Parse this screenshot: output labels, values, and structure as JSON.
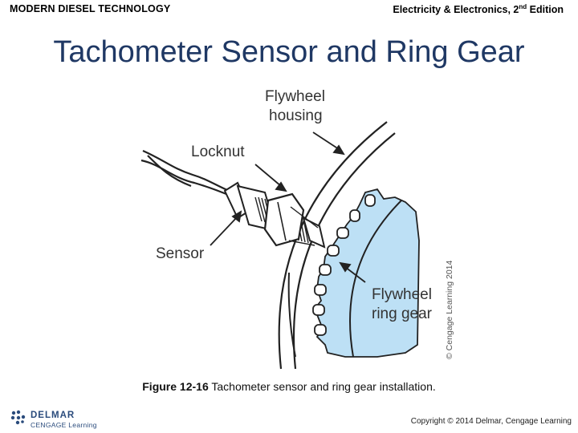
{
  "header": {
    "left_brand": "MODERN DIESEL TECHNOLOGY",
    "right_title": "Electricity & Electronics, 2",
    "right_sup": "nd",
    "right_suffix": " Edition"
  },
  "slide": {
    "title": "Tachometer Sensor and Ring Gear"
  },
  "diagram": {
    "labels": {
      "flywheel_housing_1": "Flywheel",
      "flywheel_housing_2": "housing",
      "locknut": "Locknut",
      "sensor": "Sensor",
      "ring_gear_1": "Flywheel",
      "ring_gear_2": "ring gear"
    },
    "watermark": "© Cengage Learning 2014",
    "colors": {
      "gear_fill": "#bde0f5",
      "line": "#222222"
    }
  },
  "caption": {
    "figure_id": "Figure 12-16",
    "text": " Tachometer sensor and ring gear installation."
  },
  "footer": {
    "logo_name": "DELMAR",
    "logo_sub": "CENGAGE Learning",
    "copyright": "Copyright © 2014 Delmar, Cengage Learning"
  }
}
